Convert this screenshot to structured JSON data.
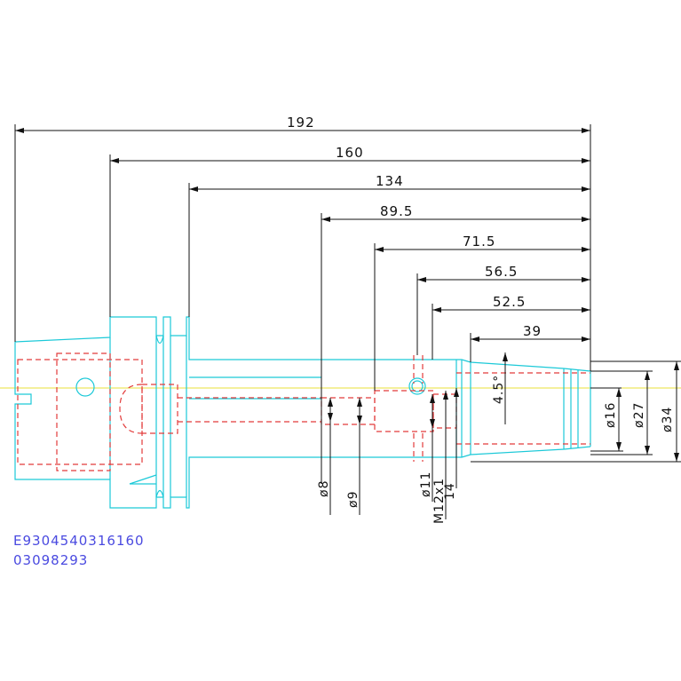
{
  "drawing": {
    "colors": {
      "outline": "#1cc9d8",
      "hidden": "#e23b3b",
      "centerline": "#e8e23a",
      "dimension": "#111111",
      "code": "#4a4ae0"
    },
    "length_dimensions": [
      "192",
      "160",
      "134",
      "89.5",
      "71.5",
      "56.5",
      "52.5",
      "39"
    ],
    "diameter_dimensions": {
      "d8": "ø8",
      "d9": "ø9",
      "d11": "ø11",
      "m12": "M12x1",
      "d14": "14",
      "d16": "ø16",
      "d27": "ø27",
      "d34": "ø34"
    },
    "angle": "4.5°",
    "codes": [
      "E9304540316160",
      "03098293"
    ]
  }
}
